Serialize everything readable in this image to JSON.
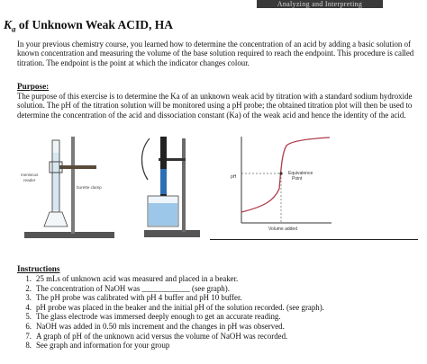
{
  "header": {
    "tag": "Analyzing and Interpreting"
  },
  "doc": {
    "title_ka": "K",
    "title_sub": "a",
    "title_rest": " of Unknown Weak ACID, HA",
    "intro": "In your previous chemistry course, you learned how to determine the concentration of an acid by adding a basic solution of known concentration and measuring the volume of the base solution required to reach the endpoint. This procedure is called titration. The endpoint is the point at which the indicator changes colour.",
    "purpose_heading": "Purpose:",
    "purpose": "The purpose of this exercise is to determine the Ka of an unknown weak acid by titration with a standard sodium hydroxide solution. The pH of the titration solution will be monitored using a pH probe; the obtained titration plot will then be used to determine the concentration of the acid and dissociation constant (Ka) of the weak acid and hence the identity of the acid.",
    "instructions_heading": "Instructions",
    "steps": [
      {
        "num": "1.",
        "text": "25 mLs of unknown acid was measured and placed in a beaker."
      },
      {
        "num": "2.",
        "text": "The concentration of NaOH was ____________ (see graph)."
      },
      {
        "num": "3.",
        "text": "The pH probe was calibrated with pH 4 buffer and pH 10 buffer."
      },
      {
        "num": "4.",
        "text": "pH probe was placed in the beaker and the initial pH of the solution recorded. (see graph)."
      },
      {
        "num": "5.",
        "text": "The glass electrode was immersed deeply enough to get an accurate reading."
      },
      {
        "num": "6.",
        "text": "NaOH was added in 0.50 mls increment and the changes in pH was observed."
      },
      {
        "num": "7.",
        "text": "A graph of pH of the unknown acid versus the volume of NaOH was recorded."
      },
      {
        "num": "8.",
        "text": "See graph and information for your group"
      }
    ]
  },
  "figures": {
    "burette": {
      "label_meniscus": "meniscus",
      "label_reader": "reader",
      "label_clamp": "burette clamp"
    },
    "curve": {
      "ylabel": "pH",
      "xlabel": "Volume added",
      "label_eq1": "Equivalence",
      "label_eq2": "Point"
    }
  },
  "colors": {
    "curve": "#b03a4a",
    "probe_tape": "#2d6fb5",
    "solution": "#9cc7e8"
  }
}
